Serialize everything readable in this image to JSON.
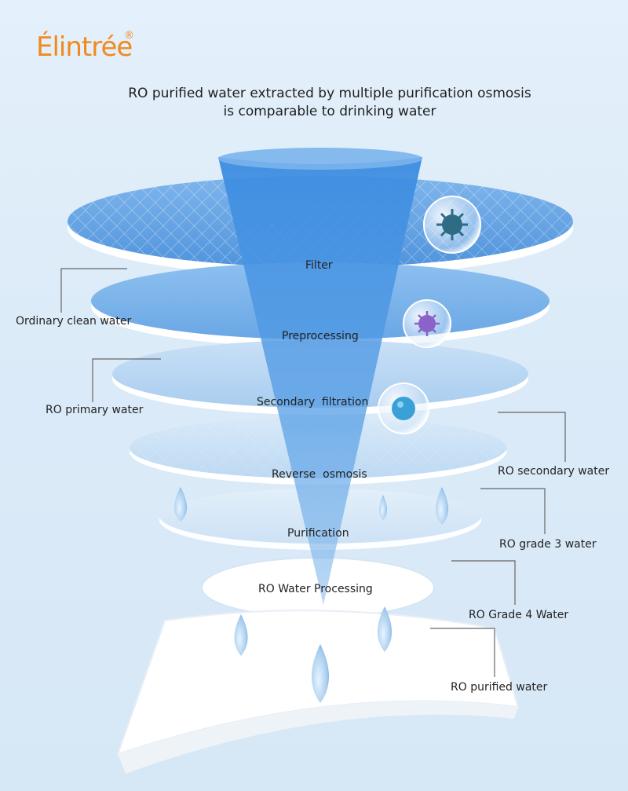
{
  "brand": {
    "logo_text": "Élintrée",
    "registered": "®"
  },
  "headline": {
    "line1": "RO purified water extracted by multiple purification osmosis",
    "line2": "is comparable to drinking water"
  },
  "layers": [
    {
      "name": "Filter"
    },
    {
      "name": "Preprocessing"
    },
    {
      "name": "Secondary  filtration"
    },
    {
      "name": "Reverse  osmosis"
    },
    {
      "name": "Purification"
    },
    {
      "name": "RO Water Processing"
    }
  ],
  "callouts": {
    "ordinary_clean_water": "Ordinary clean water",
    "ro_primary_water": "RO primary water",
    "ro_secondary_water": "RO secondary water",
    "ro_grade3_water": "RO grade 3 water",
    "ro_grade4_water": "RO Grade 4 Water",
    "ro_purified_water": "RO purified water"
  },
  "colors": {
    "disc_blue": "#5a9ee0",
    "funnel_blue": "#3f8ee0",
    "logo_orange": "#f08a1c",
    "leader_gray": "#666666"
  },
  "icons": [
    "virus-bubble-icon",
    "bacteria-bubble-icon",
    "cell-bubble-icon",
    "water-drop-icon"
  ]
}
